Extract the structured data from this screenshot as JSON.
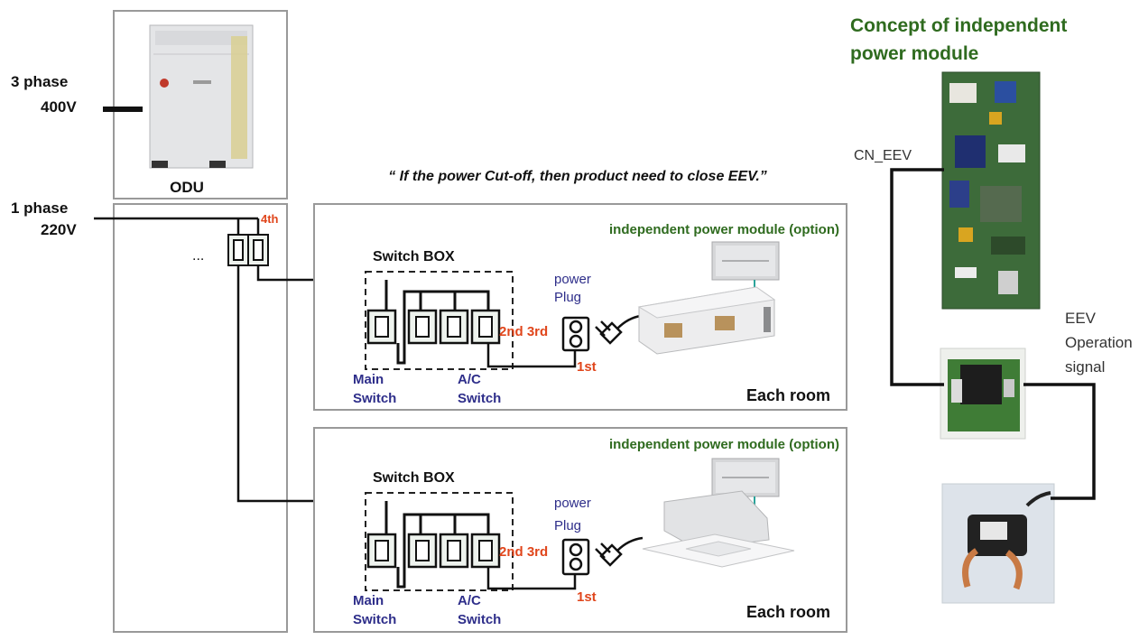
{
  "left": {
    "three_phase_label": "3 phase",
    "three_phase_voltage": "400V",
    "odu_label": "ODU",
    "one_phase_label": "1 phase",
    "one_phase_voltage": "220V",
    "breaker_4th": "4th",
    "ellipsis": "..."
  },
  "caption": "“ If the power Cut-off, then product need to close EEV.”",
  "rooms": [
    {
      "module_label": "independent power module (option)",
      "switch_box_label": "Switch BOX",
      "power_label": "power",
      "plug_label": "Plug",
      "second_third": "2nd 3rd",
      "first": "1st",
      "main_switch_l1": "Main",
      "main_switch_l2": "Switch",
      "ac_switch_l1": "A/C",
      "ac_switch_l2": "Switch",
      "each_room": "Each room",
      "unit_type": "ducted"
    },
    {
      "module_label": "independent power module (option)",
      "switch_box_label": "Switch BOX",
      "power_label": "power",
      "plug_label": "Plug",
      "second_third": "2nd 3rd",
      "first": "1st",
      "main_switch_l1": "Main",
      "main_switch_l2": "Switch",
      "ac_switch_l1": "A/C",
      "ac_switch_l2": "Switch",
      "each_room": "Each room",
      "unit_type": "cassette"
    }
  ],
  "right": {
    "title_l1": "Concept of independent",
    "title_l2": "power module",
    "cn_eev": "CN_EEV",
    "eev_l1": "EEV",
    "eev_l2": "Operation",
    "eev_l3": "signal"
  },
  "colors": {
    "label_navy": "#2e2e8a",
    "label_red": "#e0461c",
    "title_green": "#2f6b1f",
    "pcb_green": "#3d6b3a",
    "wire": "#111111",
    "frame": "#999999"
  }
}
